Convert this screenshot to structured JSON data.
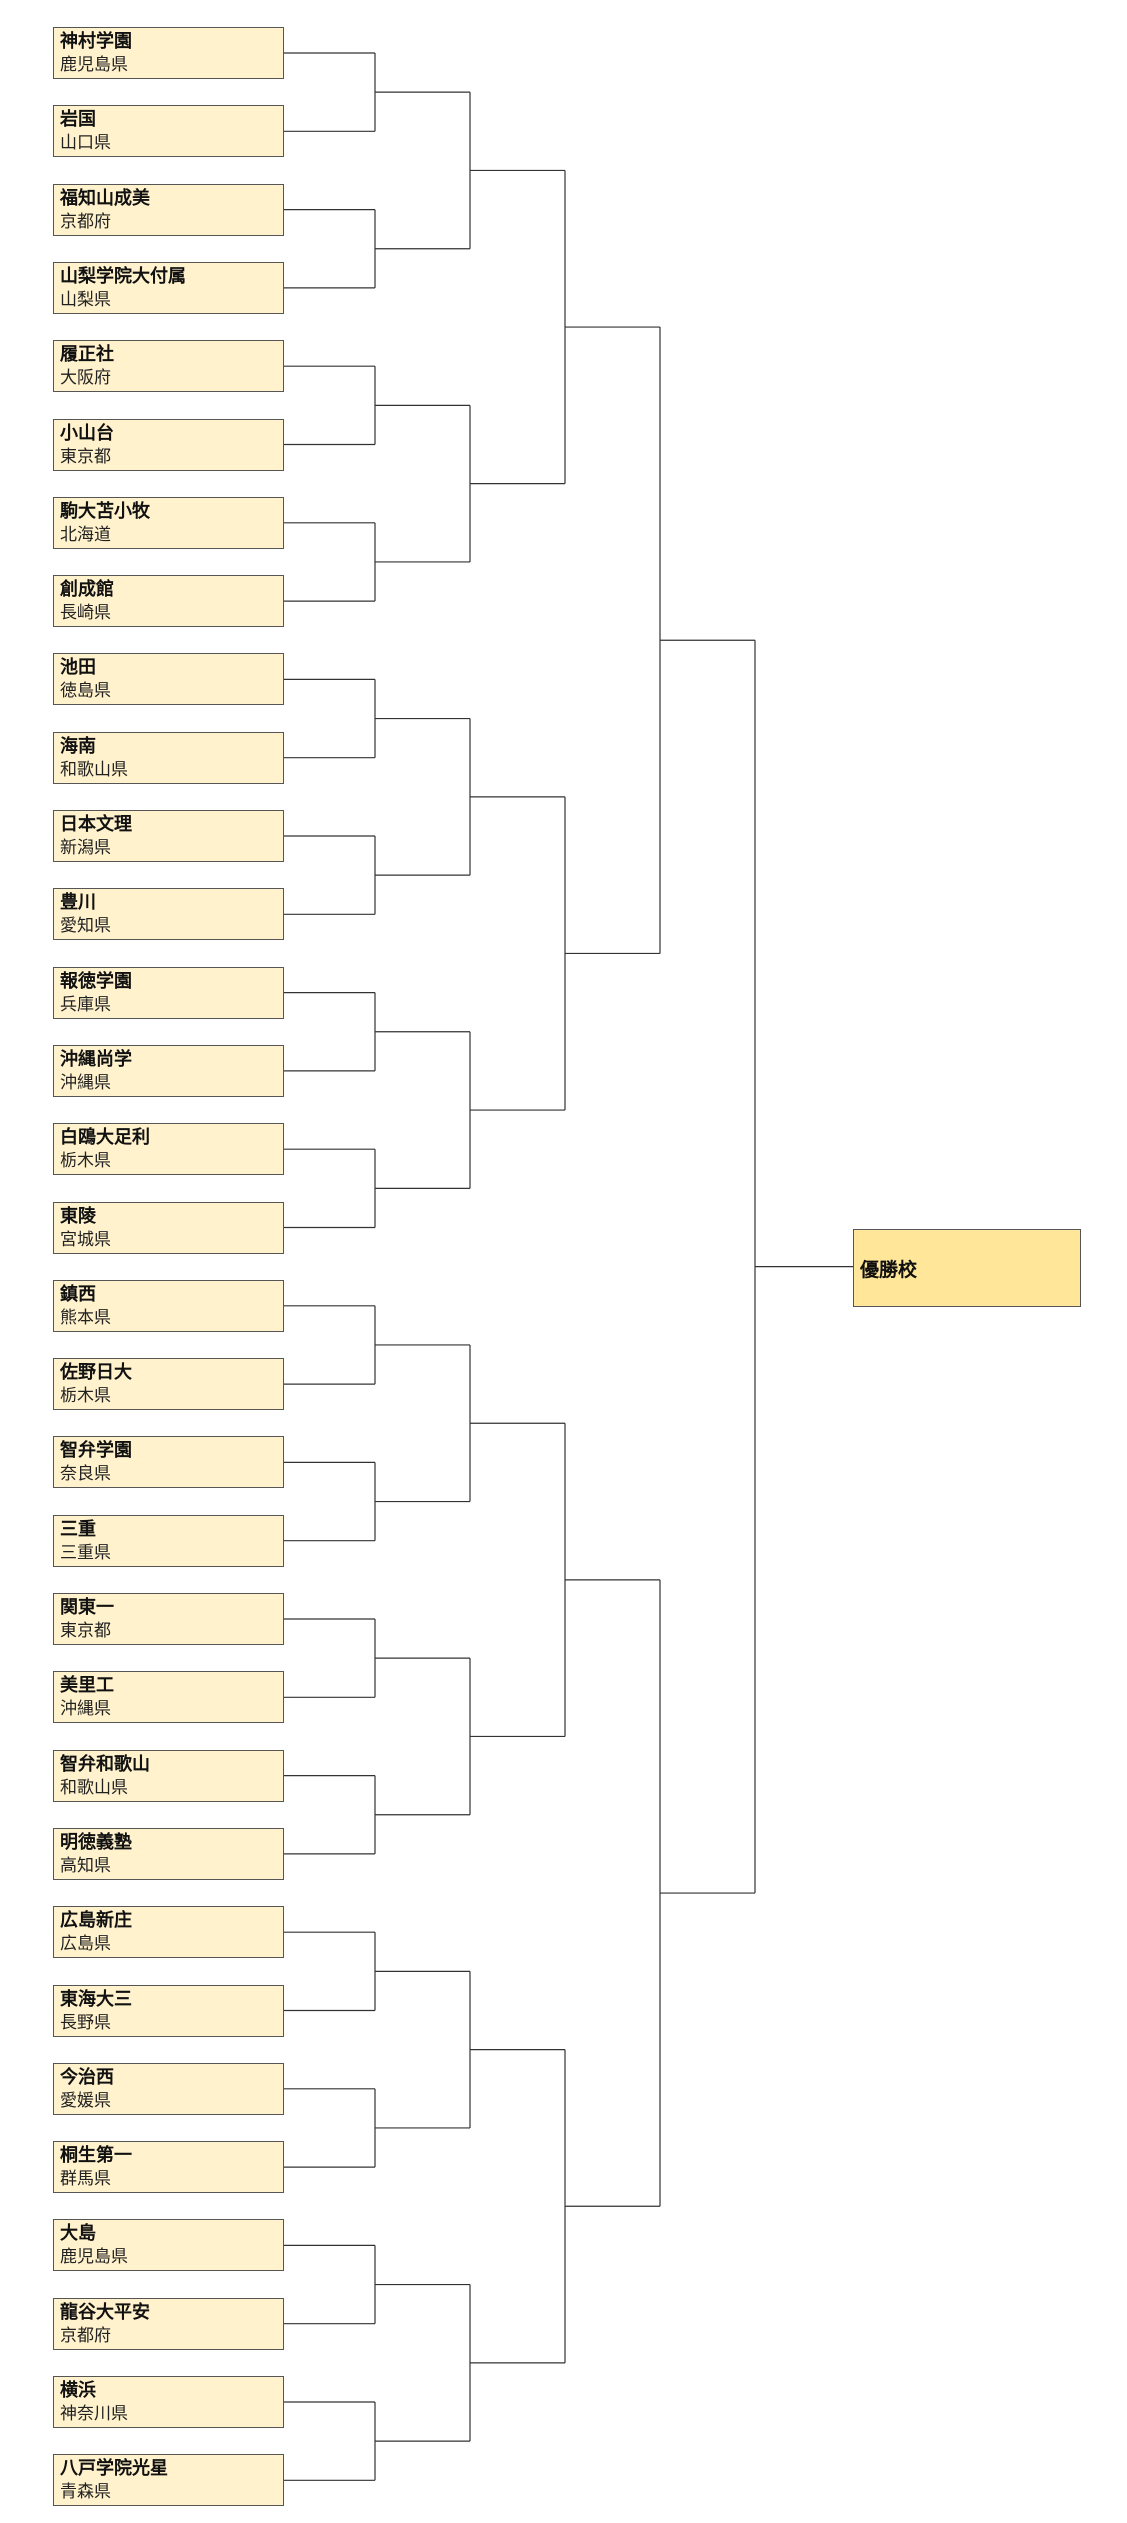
{
  "teams": [
    {
      "name": "神村学園",
      "prefecture": "鹿児島県"
    },
    {
      "name": "岩国",
      "prefecture": "山口県"
    },
    {
      "name": "福知山成美",
      "prefecture": "京都府"
    },
    {
      "name": "山梨学院大付属",
      "prefecture": "山梨県"
    },
    {
      "name": "履正社",
      "prefecture": "大阪府"
    },
    {
      "name": "小山台",
      "prefecture": "東京都"
    },
    {
      "name": "駒大苫小牧",
      "prefecture": "北海道"
    },
    {
      "name": "創成館",
      "prefecture": "長崎県"
    },
    {
      "name": "池田",
      "prefecture": "徳島県"
    },
    {
      "name": "海南",
      "prefecture": "和歌山県"
    },
    {
      "name": "日本文理",
      "prefecture": "新潟県"
    },
    {
      "name": "豊川",
      "prefecture": "愛知県"
    },
    {
      "name": "報徳学園",
      "prefecture": "兵庫県"
    },
    {
      "name": "沖縄尚学",
      "prefecture": "沖縄県"
    },
    {
      "name": "白鴎大足利",
      "prefecture": "栃木県"
    },
    {
      "name": "東陵",
      "prefecture": "宮城県"
    },
    {
      "name": "鎮西",
      "prefecture": "熊本県"
    },
    {
      "name": "佐野日大",
      "prefecture": "栃木県"
    },
    {
      "name": "智弁学園",
      "prefecture": "奈良県"
    },
    {
      "name": "三重",
      "prefecture": "三重県"
    },
    {
      "name": "関東一",
      "prefecture": "東京都"
    },
    {
      "name": "美里工",
      "prefecture": "沖縄県"
    },
    {
      "name": "智弁和歌山",
      "prefecture": "和歌山県"
    },
    {
      "name": "明徳義塾",
      "prefecture": "高知県"
    },
    {
      "name": "広島新庄",
      "prefecture": "広島県"
    },
    {
      "name": "東海大三",
      "prefecture": "長野県"
    },
    {
      "name": "今治西",
      "prefecture": "愛媛県"
    },
    {
      "name": "桐生第一",
      "prefecture": "群馬県"
    },
    {
      "name": "大島",
      "prefecture": "鹿児島県"
    },
    {
      "name": "龍谷大平安",
      "prefecture": "京都府"
    },
    {
      "name": "横浜",
      "prefecture": "神奈川県"
    },
    {
      "name": "八戸学院光星",
      "prefecture": "青森県"
    }
  ],
  "champion": {
    "label": "優勝校"
  },
  "colors": {
    "team_fill": "#fff2cc",
    "champion_fill": "#ffe699",
    "line": "#333333",
    "border": "#555555"
  }
}
